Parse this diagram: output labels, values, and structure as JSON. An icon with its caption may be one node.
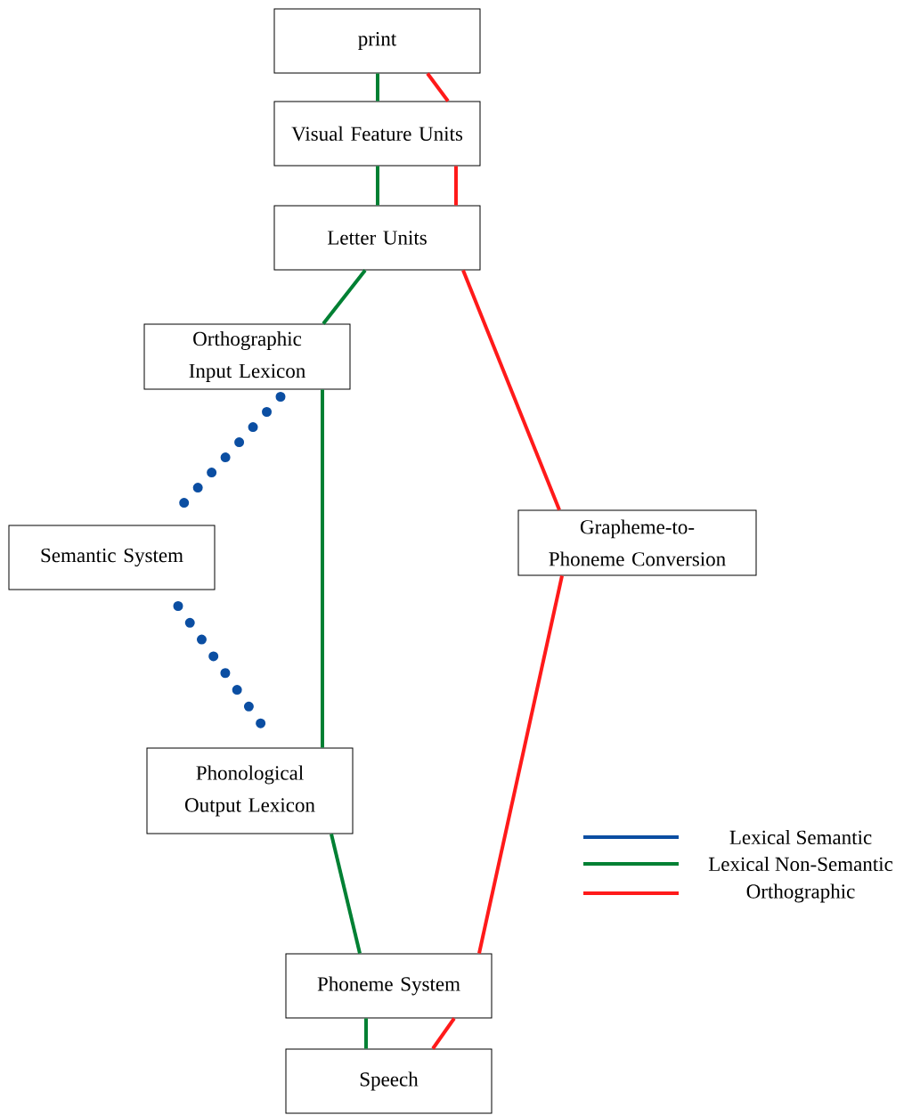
{
  "diagram": {
    "nodes": [
      {
        "text": [
          "print"
        ]
      },
      {
        "text": [
          "Visual Feature Units"
        ]
      },
      {
        "text": [
          "Letter Units"
        ]
      },
      {
        "text": [
          "Orthographic Input Lexicon"
        ]
      },
      {
        "text": [
          "Semantic System"
        ]
      },
      {
        "text": [
          "Grapheme-to-Phoneme Conversion"
        ]
      },
      {
        "text": [
          "Phonological Output Lexicon"
        ]
      },
      {
        "text": [
          "Phoneme System"
        ]
      },
      {
        "text": [
          "Speech"
        ]
      }
    ],
    "edges": [
      {
        "from": 0,
        "to": 1,
        "arrow": "none"
      },
      {
        "from": 0,
        "to": 1,
        "arrow": "none",
        "color": "#ff1a1a"
      },
      {
        "from": 1,
        "to": 2,
        "arrow": "none"
      },
      {
        "from": 1,
        "to": 2,
        "arrow": "none",
        "color": "#ff1a1a"
      },
      {
        "from": 2,
        "to": 3,
        "arrow": "none"
      },
      {
        "from": 2,
        "to": 5,
        "arrow": "none",
        "color": "#ff1a1a"
      },
      {
        "from": 3,
        "to": 6,
        "arrow": "none"
      },
      {
        "from": 3,
        "to": 4,
        "arrow": "none",
        "style": "dashed",
        "color": "#0b4ea2"
      },
      {
        "from": 4,
        "to": 6,
        "arrow": "none",
        "style": "dashed",
        "color": "#0b4ea2"
      },
      {
        "from": 5,
        "to": 7,
        "arrow": "none",
        "color": "#ff1a1a"
      },
      {
        "from": 6,
        "to": 7,
        "arrow": "none"
      },
      {
        "from": 7,
        "to": 8,
        "arrow": "none"
      },
      {
        "from": 7,
        "to": 8,
        "arrow": "none",
        "color": "#ff1a1a"
      }
    ],
    "legend": [
      {
        "text": "Lexical Semantic",
        "color": "#0b4ea2"
      },
      {
        "text": "Lexical Non-Semantic",
        "color": "#008033"
      },
      {
        "text": "Orthographic",
        "color": "#ff1a1a"
      }
    ]
  }
}
